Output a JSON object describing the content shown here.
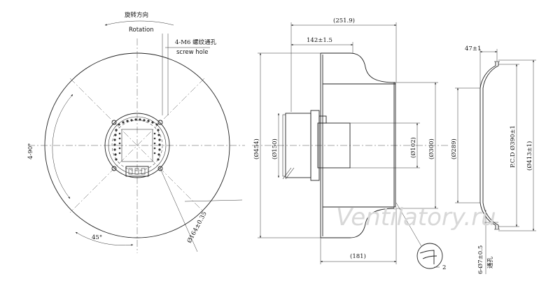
{
  "labels": {
    "rotation_cn": "旋转方向",
    "rotation_en": "Rotation",
    "screw_cn": "4-M6 螺纹通孔",
    "screw_en": "screw hole",
    "angle_90": "4-90°",
    "angle_45": "45°",
    "dia_164": "Ø164±0.35",
    "dim_251": "(251.9)",
    "dim_142": "142±1.5",
    "dim_454": "(Ø454)",
    "dim_150": "(Ø150)",
    "dim_102": "(Ø102)",
    "dim_300": "(Ø300)",
    "dim_181": "(181)",
    "dim_2": "2",
    "dim_47": "47±1",
    "dim_289": "(Ø289)",
    "pcd": "P.C.D Ø390±1",
    "dim_413": "(Ø413±1)",
    "holes_bottom": "6-Ø7±0.5",
    "holes_cn": "通孔",
    "watermark": "Ventilatory.ru"
  }
}
